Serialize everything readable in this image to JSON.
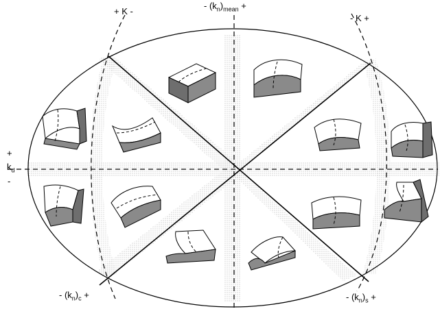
{
  "labels": {
    "k_mean": {
      "pre": "- (k",
      "sub1": "n",
      "mid": ")",
      "sub2": "mean",
      "post": " +"
    },
    "K_left": "+ K -",
    "K_right": "- K +",
    "kd_plus": "+",
    "kd_main": "k",
    "kd_sub": "d",
    "kd_minus": "-",
    "knc": {
      "pre": "- (k",
      "sub1": "n",
      "mid": ")",
      "sub2": "c",
      "post": " +"
    },
    "kns": {
      "pre": "- (k",
      "sub1": "n",
      "mid": ")",
      "sub2": "s",
      "post": " +"
    }
  },
  "colors": {
    "line": "#000000",
    "shape_face": "#ffffff",
    "shape_side": "#8a8a8a",
    "shape_side_dark": "#6e6e6e",
    "stipple": "#555555"
  },
  "surface_icons": [
    "saddle-surface-icon",
    "ridge-surface-icon",
    "saddle-surface-icon",
    "valley-surface-icon",
    "saddle-surface-icon",
    "dome-surface-icon",
    "saddle-surface-icon",
    "bowl-surface-icon",
    "saddle-surface-icon",
    "valley-surface-icon",
    "saddle-surface-icon",
    "ridge-surface-icon",
    "saddle-surface-icon",
    "saddle-surface-icon"
  ]
}
